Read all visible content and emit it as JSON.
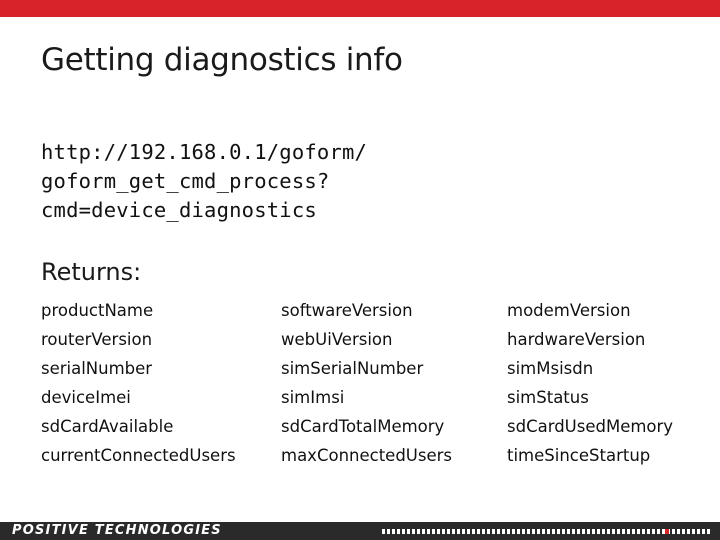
{
  "colors": {
    "accent": "#d8232a",
    "footer": "#2a2a2a"
  },
  "slide": {
    "title": "Getting diagnostics info",
    "url_lines": [
      "http://192.168.0.1/goform/",
      "goform_get_cmd_process?",
      "cmd=device_diagnostics"
    ],
    "returns_label": "Returns:",
    "columns": [
      [
        "productName",
        "routerVersion",
        "serialNumber",
        "deviceImei",
        "sdCardAvailable",
        "currentConnectedUsers"
      ],
      [
        "softwareVersion",
        "webUiVersion",
        "simSerialNumber",
        "simImsi",
        "sdCardTotalMemory",
        "maxConnectedUsers"
      ],
      [
        "modemVersion",
        "hardwareVersion",
        "simMsisdn",
        "simStatus",
        "sdCardUsedMemory",
        "timeSinceStartup"
      ]
    ]
  },
  "footer": {
    "brand": "POSITIVE TECHNOLOGIES"
  }
}
